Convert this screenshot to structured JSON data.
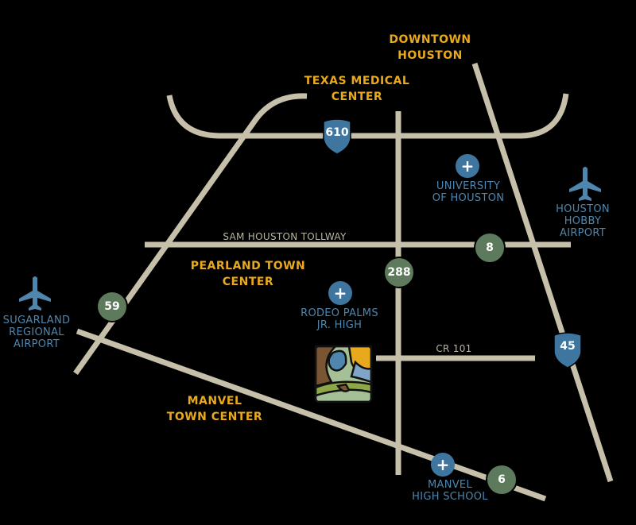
{
  "colors": {
    "road": "#c6c0aa",
    "label_primary": "#e9a91d",
    "label_secondary": "#4f86ad",
    "badge": "#5d7a5c",
    "shield": "#3f76a0"
  },
  "places": {
    "downtown": "DOWNTOWN\nHOUSTON",
    "medical": "TEXAS MEDICAL\nCENTER",
    "pearland": "PEARLAND TOWN\nCENTER",
    "manvel_tc": "MANVEL\nTOWN CENTER"
  },
  "pois": {
    "uh": "UNIVERSITY\nOF HOUSTON",
    "rodeo": "RODEO PALMS\nJR. HIGH",
    "manvel_hs": "MANVEL\nHIGH SCHOOL",
    "hobby": "HOUSTON HOBBY\nAIRPORT",
    "sugarland": "SUGARLAND\nREGIONAL\nAIRPORT"
  },
  "roads": {
    "tollway": "SAM HOUSTON TOLLWAY",
    "cr101": "CR 101"
  },
  "routes": {
    "i610": "610",
    "r288": "288",
    "r8": "8",
    "r59": "59",
    "i45": "45",
    "r6": "6"
  },
  "icons": {
    "school": "plus",
    "airport": "airplane"
  }
}
